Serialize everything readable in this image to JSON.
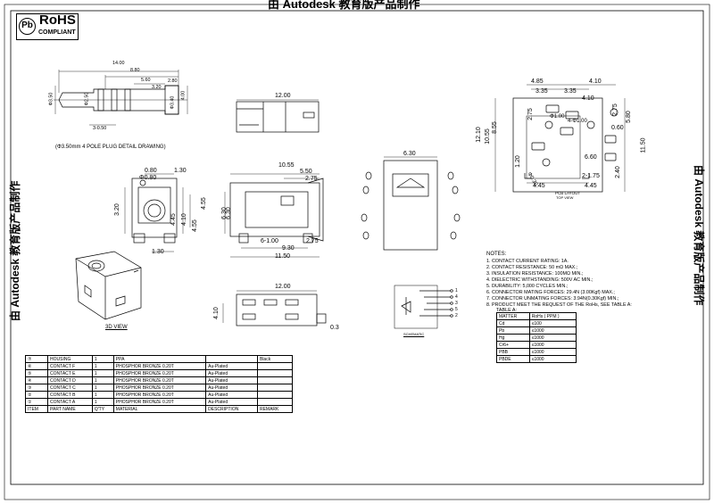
{
  "watermark": "由 Autodesk 教育版产品制作",
  "rohs": {
    "title": "RoHS",
    "subtitle": "COMPLIANT",
    "logo_letter": "Pb"
  },
  "plug": {
    "caption": "(Φ3.50mm 4 POLE PLUG DETAIL DRAWING)",
    "dims": [
      "14.00",
      "8.80",
      "5.60",
      "3.20",
      "2.80",
      "Φ2.50",
      "Φ3.50",
      "3-0.50",
      "Φ3.40",
      "4.00"
    ]
  },
  "top_view": {
    "dim": "12.00"
  },
  "front_view": {
    "dims": [
      "0.80",
      "1.30",
      "Φ0.80",
      "3.20",
      "4.55",
      "4.55",
      "4.45",
      "4.10",
      "1.30",
      "6.30"
    ]
  },
  "side_view": {
    "dims": [
      "10.55",
      "5.50",
      "2.75",
      "6.30",
      "6-1.00",
      "2.75",
      "9.30",
      "11.50"
    ]
  },
  "end_view": {
    "dim": "6.30"
  },
  "pcb_layout": {
    "dims": [
      "4.85",
      "4.10",
      "3.35",
      "3.35",
      "4.10",
      "Φ1.00",
      "0.60",
      "4-Φ1.00",
      "6.60",
      "2-1.75",
      "4.45",
      "4.45",
      "2.75",
      "5.80",
      "11.50",
      "12.10",
      "10.55",
      "8.55",
      "Φ0.30",
      "1.20",
      "2.40",
      "2.75"
    ],
    "caption": "PCB LAYOUT",
    "subcaption": "TOP VIEW"
  },
  "bottom_view": {
    "dims": [
      "12.00",
      "4.10",
      "0.3"
    ]
  },
  "labels": {
    "view3d": "3D VIEW",
    "schematic": "SCHEMATIC"
  },
  "schematic_pins": [
    "1",
    "4",
    "3",
    "5",
    "2"
  ],
  "notes": {
    "title": "NOTES:",
    "items": [
      "1. CONTACT CURRENT RATING: 1A.",
      "2. CONTACT RESISTANCE: 50 mΩ MAX.;",
      "3. INSULATION RESISTANCE: 100MΩ MIN.;",
      "4. DIELECTRIC WITHSTANDING: 500V AC MIN.;",
      "5. DURABILITY: 5,000 CYCLES MIN.;",
      "6. CONNECTOR MATING FORCES: 29.4N (3.00Kgf) MAX.;",
      "7. CONNECTOR UNMATING FORCES: 3.94N(0.30Kgf) MIN.;",
      "8. PRODUCT MEET THE REQUEST OF THE RoHs, SEE TABLE A:"
    ],
    "table_title": "TABLE A:"
  },
  "rohs_table": {
    "headers": [
      "MATTER",
      "RoHs ( PPM )"
    ],
    "rows": [
      [
        "Cd",
        "≤100"
      ],
      [
        "Pb",
        "≤1000"
      ],
      [
        "Hg",
        "≤1000"
      ],
      [
        "Cr6+",
        "≤1000"
      ],
      [
        "PBB",
        "≤1000"
      ],
      [
        "PBDE",
        "≤1000"
      ]
    ]
  },
  "bom": {
    "rows": [
      [
        "⑦",
        "HOUSING",
        "1",
        "PPA",
        "",
        "Black"
      ],
      [
        "⑥",
        "CONTACT F",
        "1",
        "PHOSPHOR BRONZE 0.20T",
        "Au-Plated",
        ""
      ],
      [
        "⑤",
        "CONTACT E",
        "1",
        "PHOSPHOR BRONZE 0.20T",
        "Au-Plated",
        ""
      ],
      [
        "④",
        "CONTACT D",
        "1",
        "PHOSPHOR BRONZE 0.20T",
        "Au-Plated",
        ""
      ],
      [
        "③",
        "CONTACT C",
        "1",
        "PHOSPHOR BRONZE 0.20T",
        "Au-Plated",
        ""
      ],
      [
        "②",
        "CONTACT B",
        "1",
        "PHOSPHOR BRONZE 0.20T",
        "Au-Plated",
        ""
      ],
      [
        "①",
        "CONTACT A",
        "1",
        "PHOSPHOR BRONZE 0.20T",
        "Au-Plated",
        ""
      ]
    ],
    "headers": [
      "ITEM",
      "PART NAME",
      "Q'TY",
      "MATERIAL",
      "DESCRIPTION",
      "REMARK"
    ]
  }
}
